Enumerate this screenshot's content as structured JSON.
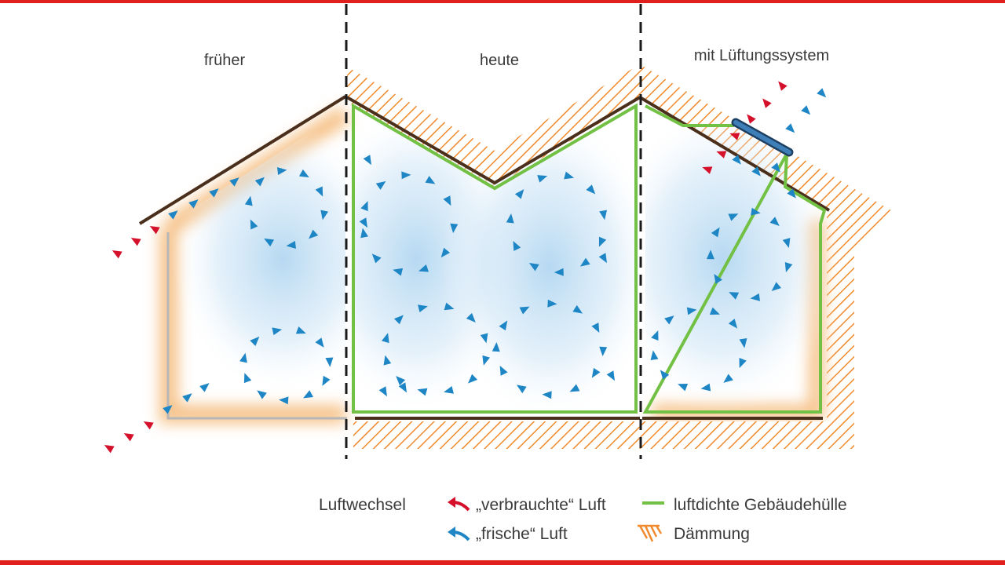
{
  "sections": [
    {
      "id": "frueher",
      "label": "früher"
    },
    {
      "id": "heute",
      "label": "heute"
    },
    {
      "id": "lueftung",
      "label": "mit Lüftungssystem"
    }
  ],
  "legend": {
    "title": "Luftwechsel",
    "items": [
      {
        "id": "used-air",
        "label": "„verbrauchte“ Luft",
        "icon": "red-curved-arrow-icon"
      },
      {
        "id": "fresh-air",
        "label": "„frische“ Luft",
        "icon": "blue-curved-arrow-icon"
      },
      {
        "id": "airtight",
        "label": "luftdichte Gebäudehülle",
        "icon": "green-line-icon"
      },
      {
        "id": "insulation",
        "label": "Dämmung",
        "icon": "orange-hatch-icon"
      }
    ]
  },
  "colors": {
    "frame_red": "#e1201e",
    "used_air_red": "#d5102b",
    "fresh_air_blue": "#1f86c6",
    "airtight_green": "#72c044",
    "insulation_orange": "#f08a2c",
    "wall_brown": "#4a2f1c",
    "haze_blue": "#bcdcf2",
    "glow_orange": "#f6c38a",
    "ventilator_blue": "#3f7fb8"
  }
}
